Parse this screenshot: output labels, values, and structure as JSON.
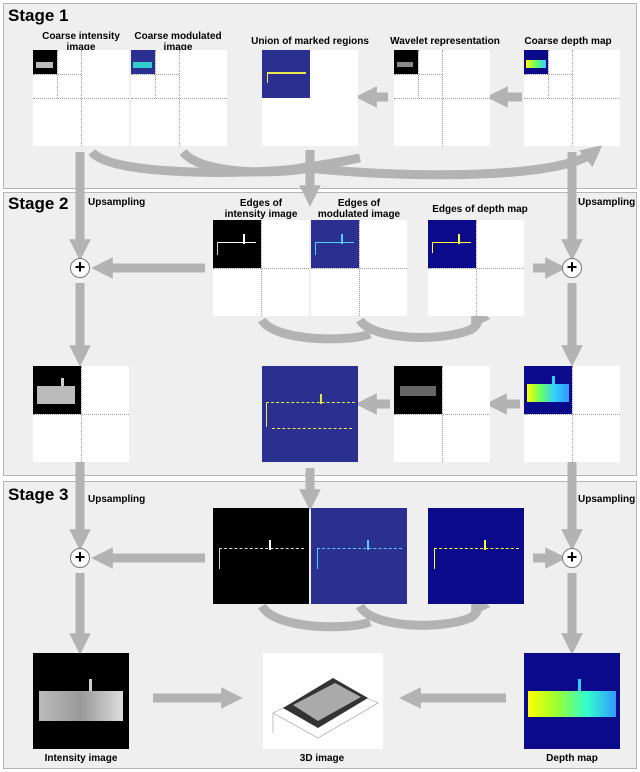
{
  "stages": {
    "stage1": "Stage 1",
    "stage2": "Stage 2",
    "stage3": "Stage 3"
  },
  "labels": {
    "coarse_intensity": "Coarse intensity\nimage",
    "coarse_modulated": "Coarse modulated\nimage",
    "union_marked": "Union of marked regions",
    "wavelet_repr": "Wavelet representation",
    "coarse_depth": "Coarse depth map",
    "upsampling": "Upsampling",
    "edges_intensity": "Edges of\nintensity image",
    "edges_modulated": "Edges of\nmodulated image",
    "edges_depth": "Edges of depth map",
    "intensity_image": "Intensity image",
    "image_3d": "3D image",
    "depth_map": "Depth map"
  },
  "plus_symbol": "+",
  "colors": {
    "stage_bg": "#efefef",
    "arrow": "#b3b3b3",
    "dark_blue": "#2b2f8f",
    "navy": "#0a0a8a",
    "black": "#000000"
  }
}
